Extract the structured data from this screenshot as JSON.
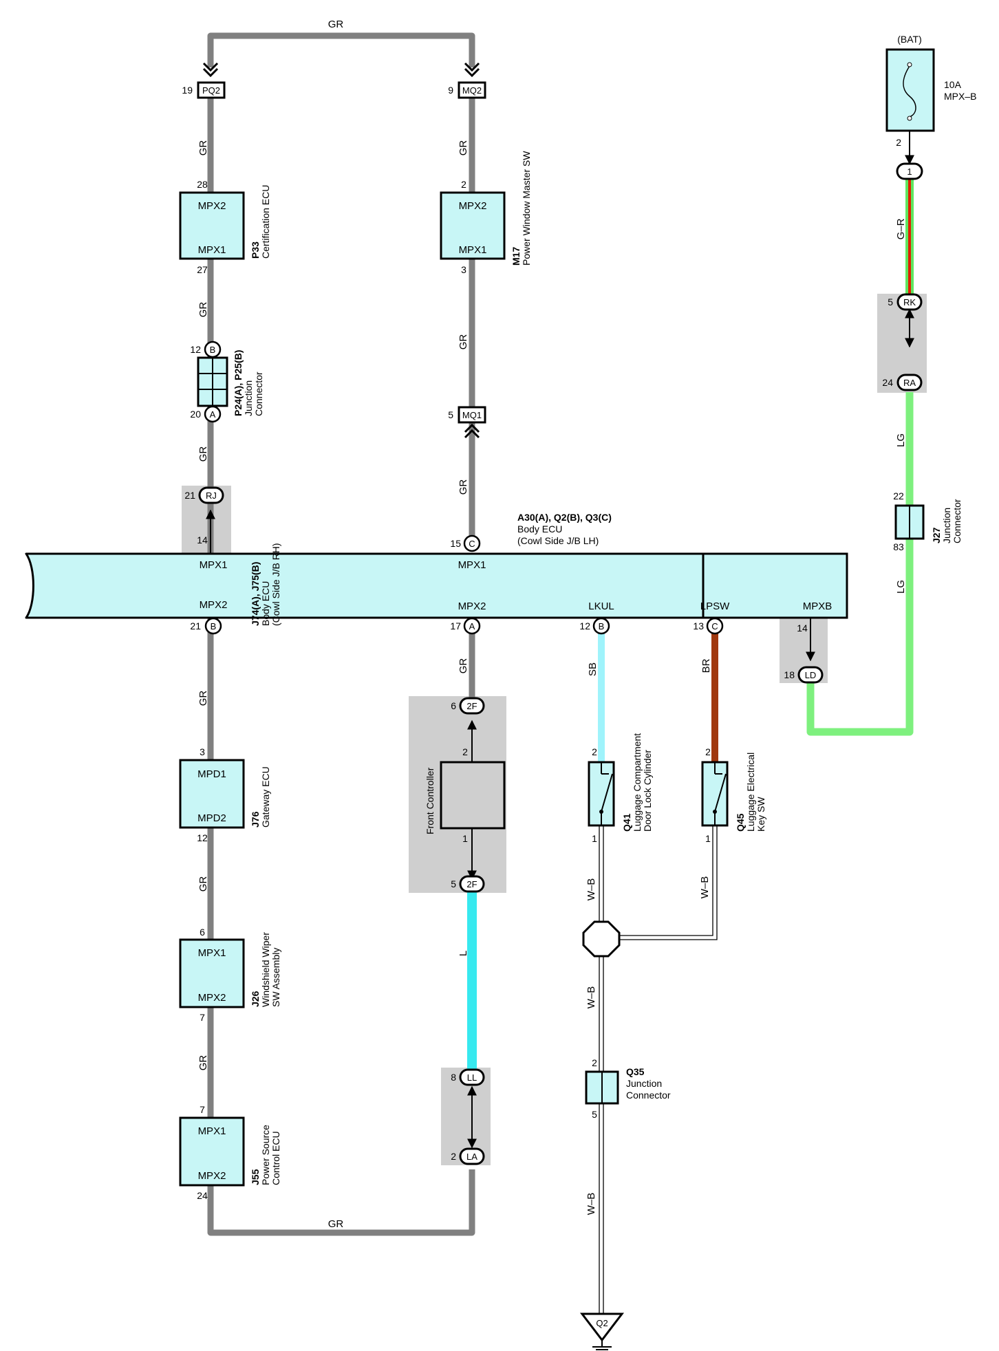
{
  "wire_colors": {
    "GR": "#808080",
    "LG": "#7ef07e",
    "L": "#37e9ef",
    "SB": "#9ff3fb",
    "BR": "#a0380f",
    "G_R_green": "#5fe65f",
    "G_R_red": "#e02000",
    "component_fill": "#c8f6f6",
    "shade": "#cfcfcf"
  },
  "battery": {
    "label": "(BAT)",
    "fuse_amp": "10A",
    "fuse_name": "MPX–B",
    "pin": "2"
  },
  "wires": {
    "gr": "GR",
    "lg": "LG",
    "l": "L",
    "sb": "SB",
    "br": "BR",
    "g_r": "G–R",
    "w_b": "W–B"
  },
  "connectors": {
    "pq2": {
      "name": "PQ2",
      "pin": "19"
    },
    "mq2": {
      "name": "MQ2",
      "pin": "9"
    },
    "mq1": {
      "name": "MQ1",
      "pin": "5"
    },
    "rj": {
      "name": "RJ",
      "pin": "21",
      "inner_pin": "14"
    },
    "rk": {
      "name": "RK",
      "pin": "5"
    },
    "ra": {
      "name": "RA",
      "pin": "24"
    },
    "ld": {
      "name": "LD",
      "pin": "18",
      "inner_pin": "14"
    },
    "f2_top": {
      "name": "2F",
      "pin": "6"
    },
    "f2_bot": {
      "name": "2F",
      "pin": "5"
    },
    "ll": {
      "name": "LL",
      "pin": "8"
    },
    "la": {
      "name": "LA",
      "pin": "2"
    },
    "bat_pin1": {
      "name": "1"
    },
    "q2_ground": {
      "name": "Q2"
    }
  },
  "components": {
    "p33": {
      "id": "P33",
      "name": "Certification ECU",
      "top": "MPX2",
      "bottom": "MPX1",
      "pin_top": "28",
      "pin_bottom": "27"
    },
    "m17": {
      "id": "M17",
      "name": "Power Window Master SW",
      "top": "MPX2",
      "bottom": "MPX1",
      "pin_top": "2",
      "pin_bottom": "3"
    },
    "p24": {
      "id": "P24(A), P25(B)",
      "name1": "Junction",
      "name2": "Connector",
      "letter_top": "B",
      "letter_bottom": "A",
      "pin_top": "12",
      "pin_bottom": "20"
    },
    "j74": {
      "id": "J74(A), J75(B)",
      "name1": "Body ECU",
      "name2": "(Cowl Side J/B RH)",
      "top": "MPX1",
      "bottom": "MPX2",
      "pin_bottom": "21",
      "letter_bottom": "B"
    },
    "a30": {
      "id": "A30(A), Q2(B), Q3(C)",
      "name1": "Body ECU",
      "name2": "(Cowl Side J/B LH)",
      "mpx1": "MPX1",
      "mpx2": "MPX2",
      "lkul": "LKUL",
      "lpsw": "LPSW",
      "mpxb": "MPXB",
      "pin_mpx1": "15",
      "letter_mpx1": "C",
      "pin_mpx2": "17",
      "letter_mpx2": "A",
      "pin_lkul": "12",
      "letter_lkul": "B",
      "pin_lpsw": "13",
      "letter_lpsw": "C"
    },
    "j76": {
      "id": "J76",
      "name": "Gateway ECU",
      "top": "MPD1",
      "bottom": "MPD2",
      "pin_top": "3",
      "pin_bottom": "12"
    },
    "j26": {
      "id": "J26",
      "name1": "Windshield Wiper",
      "name2": "SW Assembly",
      "top": "MPX1",
      "bottom": "MPX2",
      "pin_top": "6",
      "pin_bottom": "7"
    },
    "j55": {
      "id": "J55",
      "name1": "Power Source",
      "name2": "Control ECU",
      "top": "MPX1",
      "bottom": "MPX2",
      "pin_top": "7",
      "pin_bottom": "24"
    },
    "front_controller": {
      "name": "Front Controller",
      "pin_top": "2",
      "pin_bottom": "1"
    },
    "q41": {
      "id": "Q41",
      "name1": "Luggage Compartment",
      "name2": "Door Lock Cylinder",
      "pin_top": "2",
      "pin_bottom": "1"
    },
    "q45": {
      "id": "Q45",
      "name1": "Luggage Electrical",
      "name2": "Key SW",
      "pin_top": "2",
      "pin_bottom": "1"
    },
    "q35": {
      "id": "Q35",
      "name1": "Junction",
      "name2": "Connector",
      "pin_top": "2",
      "pin_bottom": "5"
    },
    "j27": {
      "id": "J27",
      "name1": "Junction",
      "name2": "Connector",
      "pin_top": "22",
      "pin_bottom": "83"
    }
  }
}
